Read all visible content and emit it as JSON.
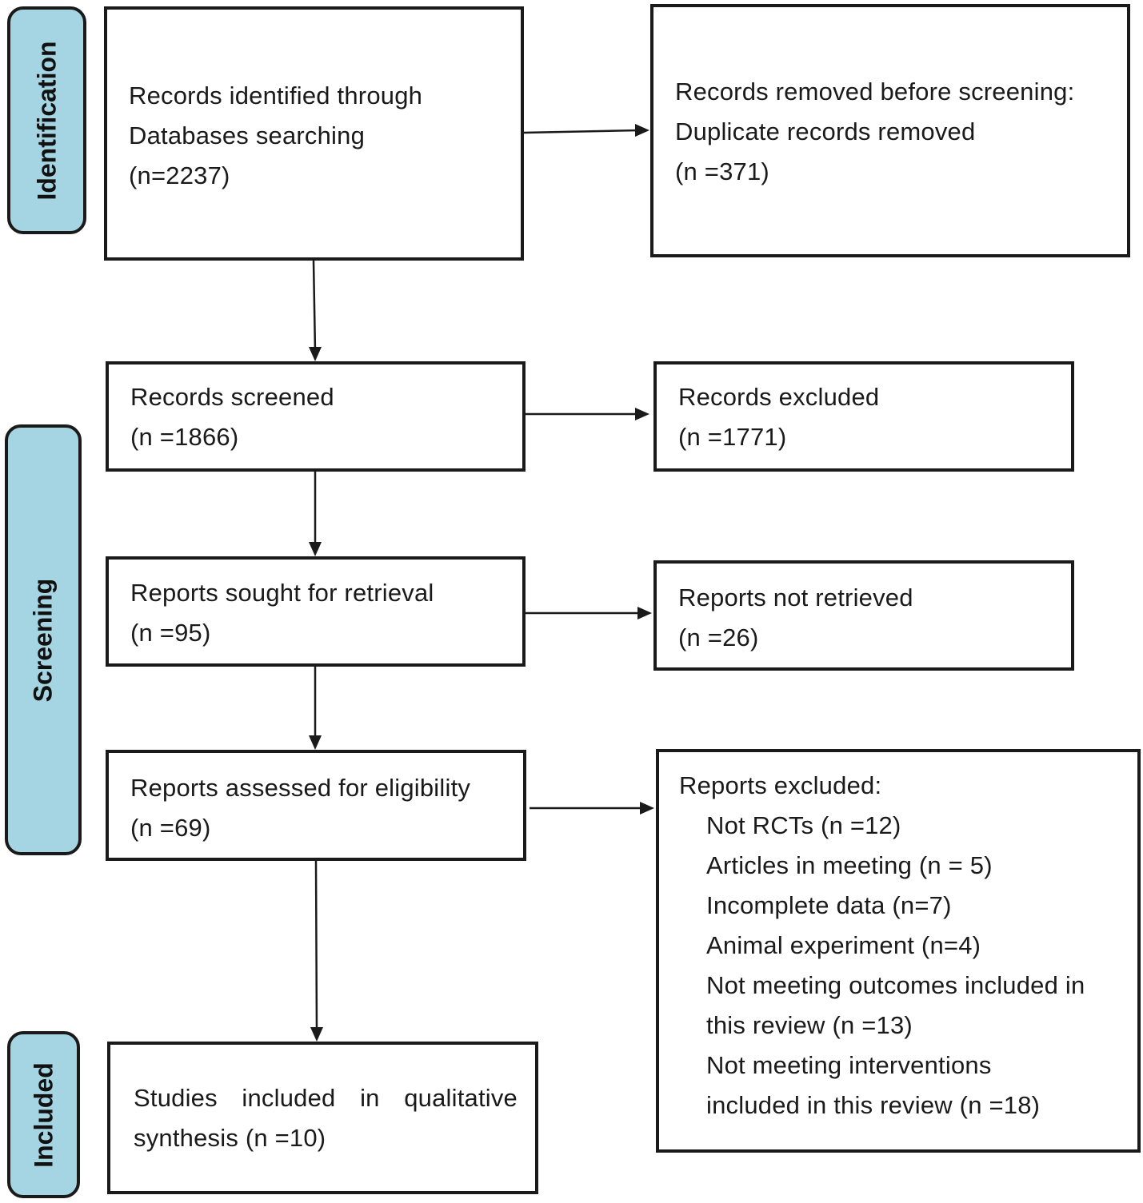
{
  "phases": {
    "identification": "Identification",
    "screening": "Screening",
    "included": "Included"
  },
  "boxes": {
    "identified": {
      "line1": "Records identified through",
      "line2": "Databases searching",
      "line3": "(n=2237)"
    },
    "removed": {
      "line1": "Records removed before screening:",
      "line2": "Duplicate records removed",
      "line3": "(n =371)"
    },
    "screened": {
      "line1": "Records screened",
      "line2": "(n =1866)"
    },
    "excluded_records": {
      "line1": "Records excluded",
      "line2": "(n =1771)"
    },
    "sought": {
      "line1": "Reports sought for retrieval",
      "line2": "(n =95)"
    },
    "not_retrieved": {
      "line1": "Reports not retrieved",
      "line2": "(n =26)"
    },
    "assessed": {
      "line1": "Reports assessed for eligibility",
      "line2": "(n =69)"
    },
    "reports_excluded": {
      "heading": "Reports excluded:",
      "items": [
        "Not RCTs (n =12)",
        "Articles in meeting (n = 5)",
        "Incomplete data (n=7)",
        "Animal experiment (n=4)",
        "Not meeting outcomes included in",
        "this review (n =13)",
        "Not meeting interventions",
        "included in this review (n =18)"
      ]
    },
    "included": {
      "line1_words": [
        "Studies",
        "included",
        "in",
        "qualitative"
      ],
      "line2": "synthesis (n =10)"
    }
  }
}
